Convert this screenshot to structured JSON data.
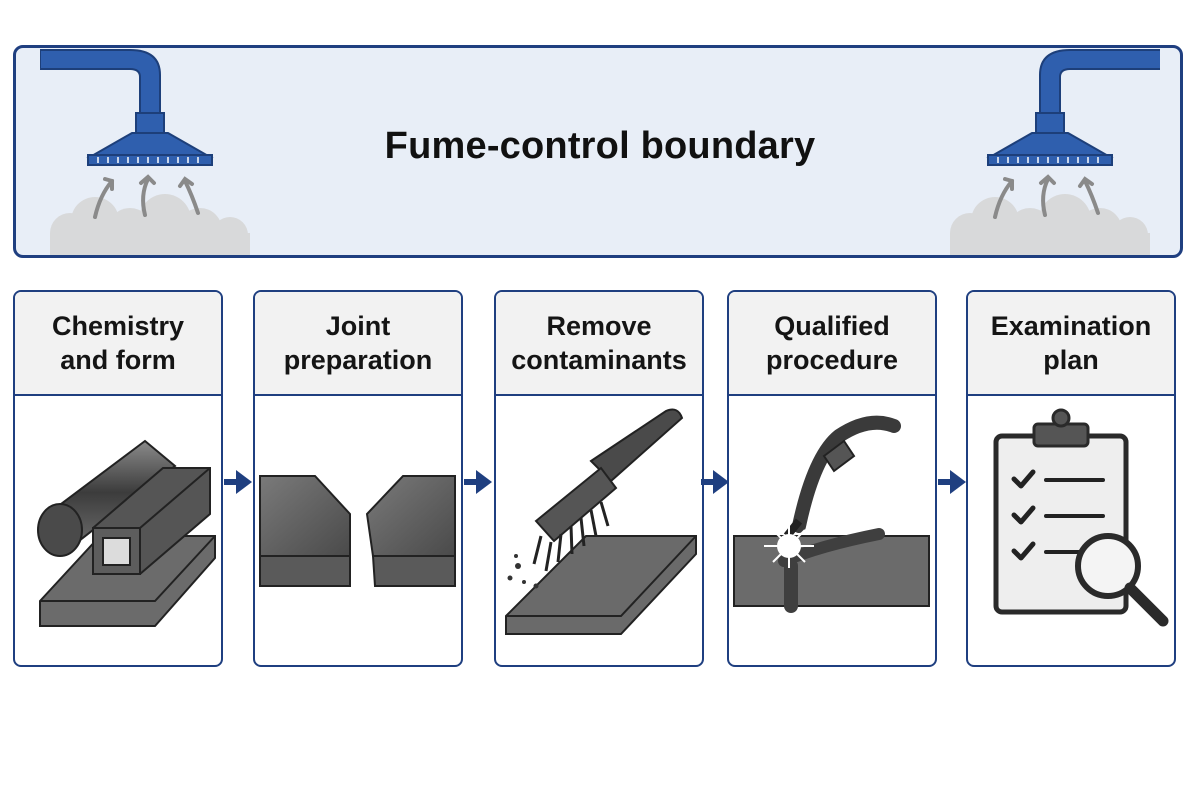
{
  "boundary": {
    "title": "Fume-control boundary",
    "icons": [
      "extraction-hood-icon",
      "fume-cloud-icon",
      "airflow-arrow-icon"
    ]
  },
  "steps": [
    {
      "label": "Chemistry\nand form",
      "icon": "metal-stock-icon"
    },
    {
      "label": "Joint\npreparation",
      "icon": "beveled-plates-icon"
    },
    {
      "label": "Remove\ncontaminants",
      "icon": "wire-brush-icon"
    },
    {
      "label": "Qualified\nprocedure",
      "icon": "welding-torch-icon"
    },
    {
      "label": "Examination\nplan",
      "icon": "clipboard-magnifier-icon"
    }
  ],
  "colors": {
    "border": "#1f3f80",
    "boundary_fill": "#e8eef7",
    "hood": "#2f5fae",
    "arrow": "#1f3f80",
    "metal": "#5a5a5a"
  }
}
